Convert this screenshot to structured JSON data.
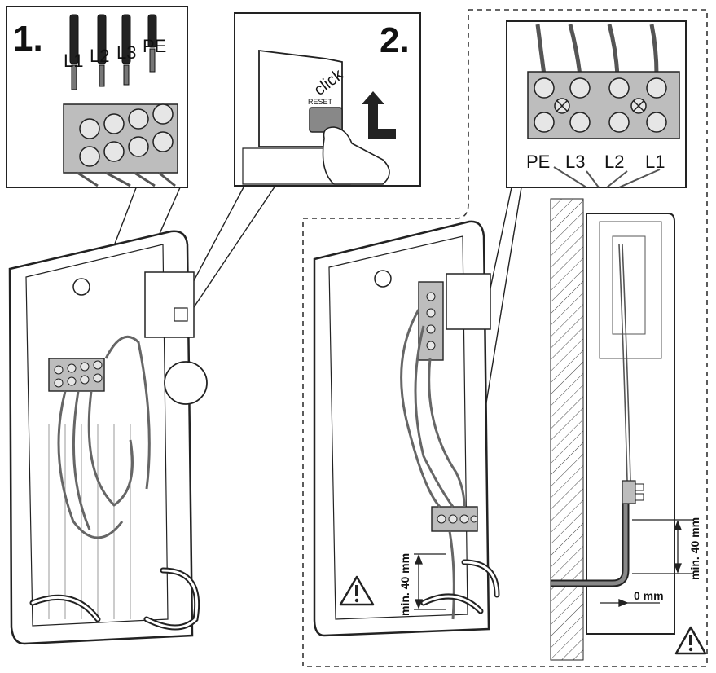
{
  "steps": {
    "step1": {
      "number": "1."
    },
    "step2": {
      "number": "2."
    }
  },
  "terminal_labels_top": [
    "L1",
    "L2",
    "L3",
    "PE"
  ],
  "terminal_labels_right": [
    "PE",
    "L3",
    "L2",
    "L1"
  ],
  "reset_label": "RESET",
  "click_label": "click",
  "dimensions": {
    "min_40_a": "min. 40 mm",
    "min_40_b": "min. 40 mm",
    "zero_mm": "0 mm"
  },
  "icons": [
    "warning-triangle-icon",
    "warning-triangle-icon"
  ]
}
